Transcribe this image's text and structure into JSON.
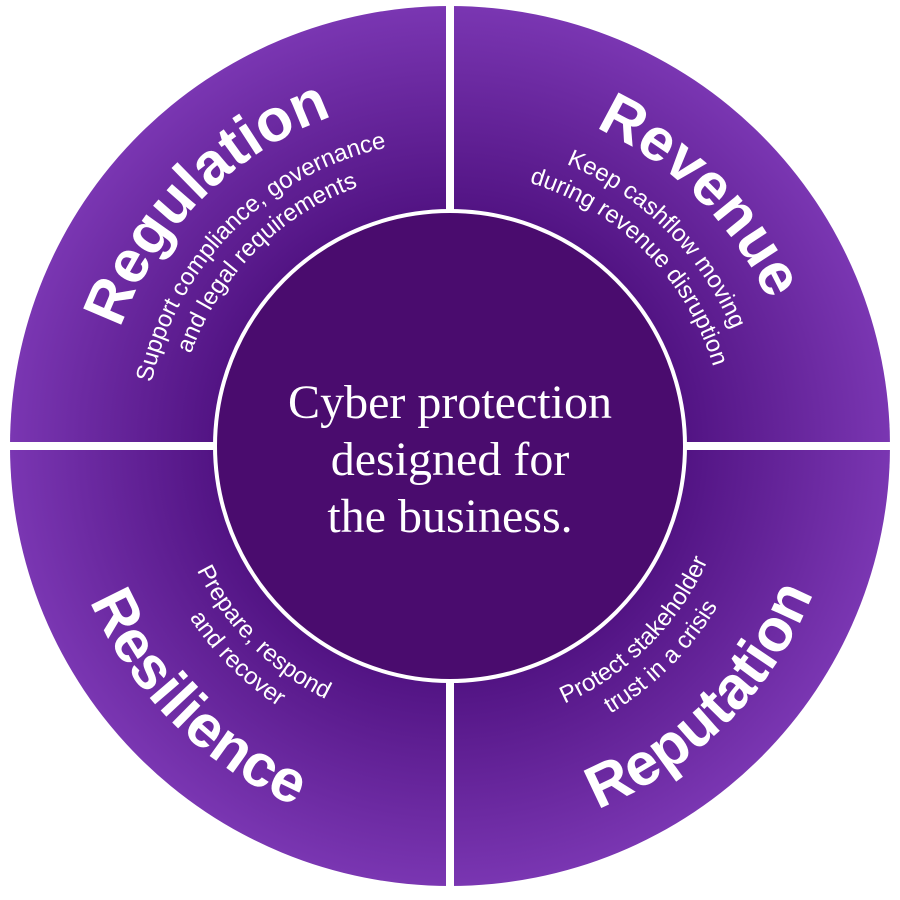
{
  "center": {
    "lines": [
      "Cyber protection",
      "designed for",
      "the business."
    ]
  },
  "segments": [
    {
      "title": "Regulation",
      "lines": [
        "Support compliance, governance",
        "and legal requirements"
      ]
    },
    {
      "title": "Revenue",
      "lines": [
        "Keep cashflow moving",
        "during revenue disruption"
      ]
    },
    {
      "title": "Resilience",
      "lines": [
        "Prepare, respond",
        "and recover"
      ]
    },
    {
      "title": "Reputation",
      "lines": [
        "Protect stakeholder",
        "trust in a crisis"
      ]
    }
  ],
  "colors": {
    "outer_edge": "#7a36b2",
    "outer_inner": "#551784",
    "core": "#4a0c6e",
    "divider": "#ffffff"
  }
}
